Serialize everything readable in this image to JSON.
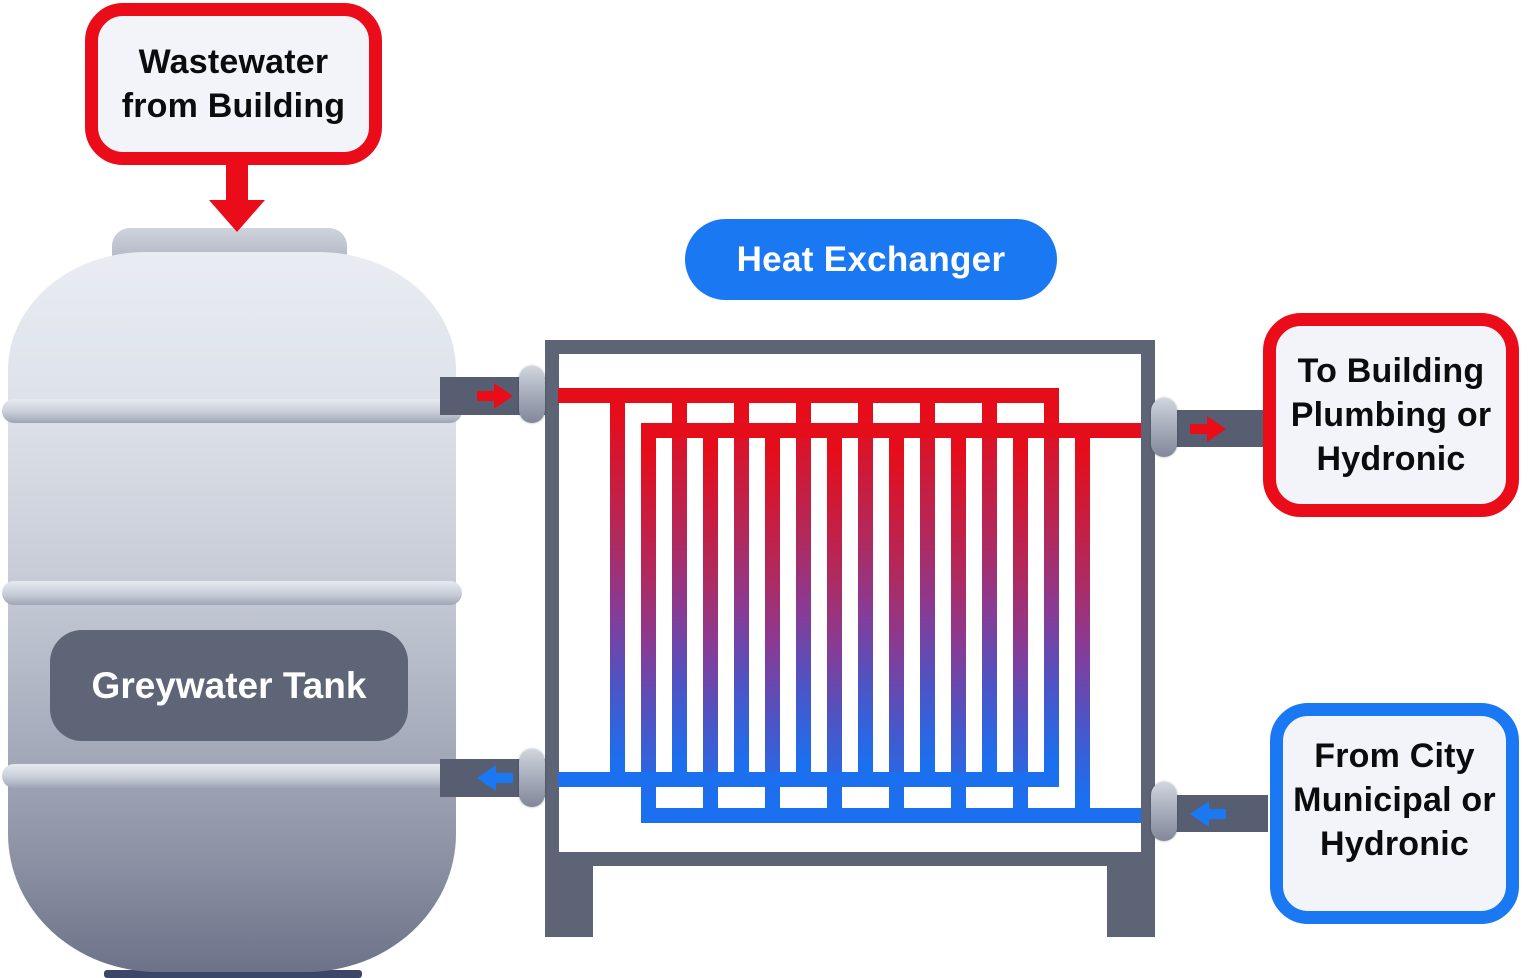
{
  "palette": {
    "hot_red": "#ea0c18",
    "cold_blue": "#1b78f3",
    "pipe_slate": "#575e71",
    "frame_slate": "#5d6476",
    "callout_bg": "#f2f4fa",
    "tank_label_bg": "#5d6577",
    "text_dark": "#0c0c0e",
    "text_light": "#ffffff"
  },
  "tank": {
    "label": "Greywater Tank"
  },
  "heat_exchanger": {
    "label": "Heat Exchanger",
    "hot_vertical_count": 8,
    "cold_vertical_count": 8,
    "hot_color": "#e60d1a",
    "cold_color": "#1b70f0"
  },
  "callouts": {
    "wastewater": {
      "line1": "Wastewater",
      "line2": "from Building",
      "border": "#ea0c18"
    },
    "to_building": {
      "line1": "To Building",
      "line2": "Plumbing or",
      "line3": "Hydronic",
      "border": "#ea0c18"
    },
    "from_city": {
      "line1": "From City",
      "line2": "Municipal or",
      "line3": "Hydronic",
      "border": "#1b78f3"
    }
  },
  "flows": {
    "wastewater_in": "down",
    "tank_to_exchanger": "right",
    "exchanger_to_tank": "left",
    "exchanger_to_building": "right",
    "city_to_exchanger": "left"
  }
}
